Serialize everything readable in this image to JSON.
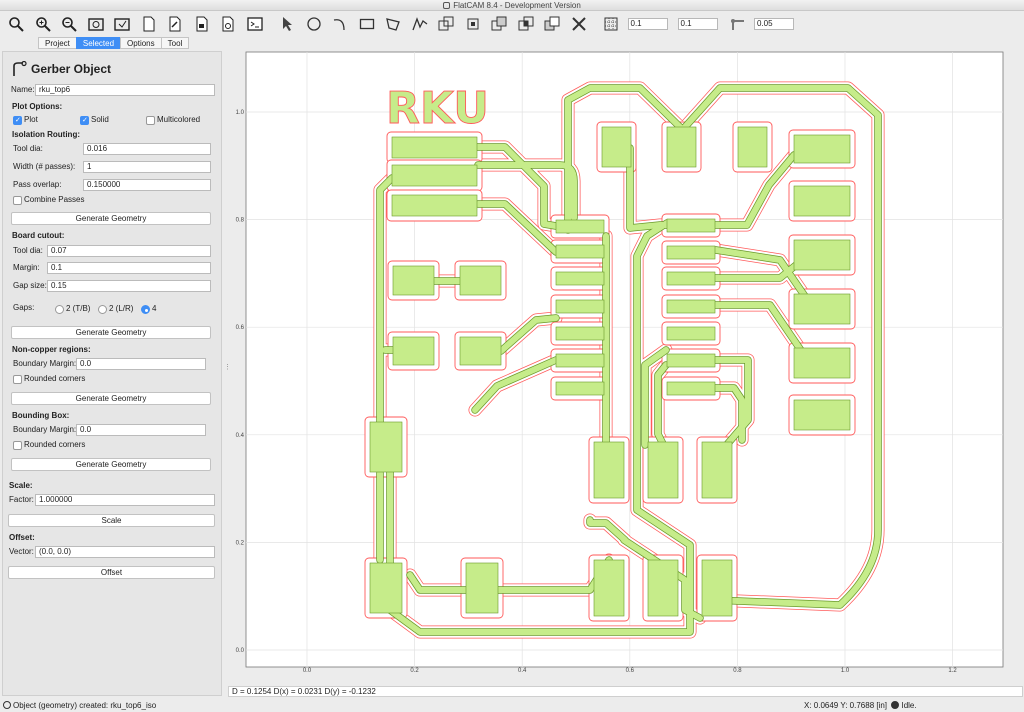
{
  "window": {
    "title": "FlatCAM 8.4 - Development Version"
  },
  "toolbar": {
    "icons": [
      "zoom-fit-icon",
      "zoom-in-icon",
      "zoom-out-icon",
      "replot-icon",
      "clear-plot-icon",
      "new-project-icon",
      "open-gerber-icon",
      "open-excellon-icon",
      "open-gcode-icon",
      "shell-icon",
      "select-icon",
      "circle-icon",
      "arc-icon",
      "rectangle-icon",
      "polygon-icon",
      "path-icon",
      "union-icon",
      "move-icon",
      "copy-icon",
      "intersection-icon",
      "subtract-icon",
      "delete-icon",
      "grid-snap-icon",
      "corner-snap-icon"
    ],
    "grid_x": "0.1",
    "grid_y": "0.1",
    "snap_max": "0.05"
  },
  "tabs": [
    {
      "label": "Project",
      "active": false
    },
    {
      "label": "Selected",
      "active": true
    },
    {
      "label": "Options",
      "active": false
    },
    {
      "label": "Tool",
      "active": false
    }
  ],
  "panel": {
    "title": "Gerber Object",
    "name_label": "Name:",
    "name_value": "rku_top6",
    "plot_options": {
      "heading": "Plot Options:",
      "plot": "Plot",
      "solid": "Solid",
      "multicolored": "Multicolored"
    },
    "isolation": {
      "heading": "Isolation Routing:",
      "tool_dia_label": "Tool dia:",
      "tool_dia": "0.016",
      "width_label": "Width (# passes):",
      "width": "1",
      "overlap_label": "Pass overlap:",
      "overlap": "0.150000",
      "combine": "Combine Passes",
      "button": "Generate Geometry"
    },
    "cutout": {
      "heading": "Board cutout:",
      "tool_dia_label": "Tool dia:",
      "tool_dia": "0.07",
      "margin_label": "Margin:",
      "margin": "0.1",
      "gap_label": "Gap size:",
      "gap": "0.15",
      "gaps_label": "Gaps:",
      "gap_tb": "2 (T/B)",
      "gap_lr": "2 (L/R)",
      "gap_4": "4",
      "button": "Generate Geometry"
    },
    "noncopper": {
      "heading": "Non-copper regions:",
      "margin_label": "Boundary Margin:",
      "margin": "0.0",
      "rounded": "Rounded corners",
      "button": "Generate Geometry"
    },
    "bbox": {
      "heading": "Bounding Box:",
      "margin_label": "Boundary Margin:",
      "margin": "0.0",
      "rounded": "Rounded corners",
      "button": "Generate Geometry"
    },
    "scale": {
      "heading": "Scale:",
      "factor_label": "Factor:",
      "factor": "1.000000",
      "button": "Scale"
    },
    "offset": {
      "heading": "Offset:",
      "vector_label": "Vector:",
      "vector": "(0.0, 0.0)",
      "button": "Offset"
    }
  },
  "plot": {
    "board_text": "RKU",
    "colors": {
      "copper": "#c6ec8a",
      "copper_edge": "#6a9a2a",
      "iso": "#ff5a5a",
      "grid": "#e2e2e2"
    },
    "x_ticks": [
      "0.0",
      "0.2",
      "0.4",
      "0.6",
      "0.8",
      "1.0",
      "1.2"
    ],
    "y_ticks": [
      "0.0",
      "0.2",
      "0.4",
      "0.6",
      "0.8",
      "1.0"
    ]
  },
  "readout": "D = 0.1254  D(x) = 0.0231  D(y) = -0.1232",
  "status": {
    "message": "Object (geometry) created: rku_top6_iso",
    "coords": "X: 0.0649   Y: 0.7688   [in]",
    "state": "Idle."
  }
}
